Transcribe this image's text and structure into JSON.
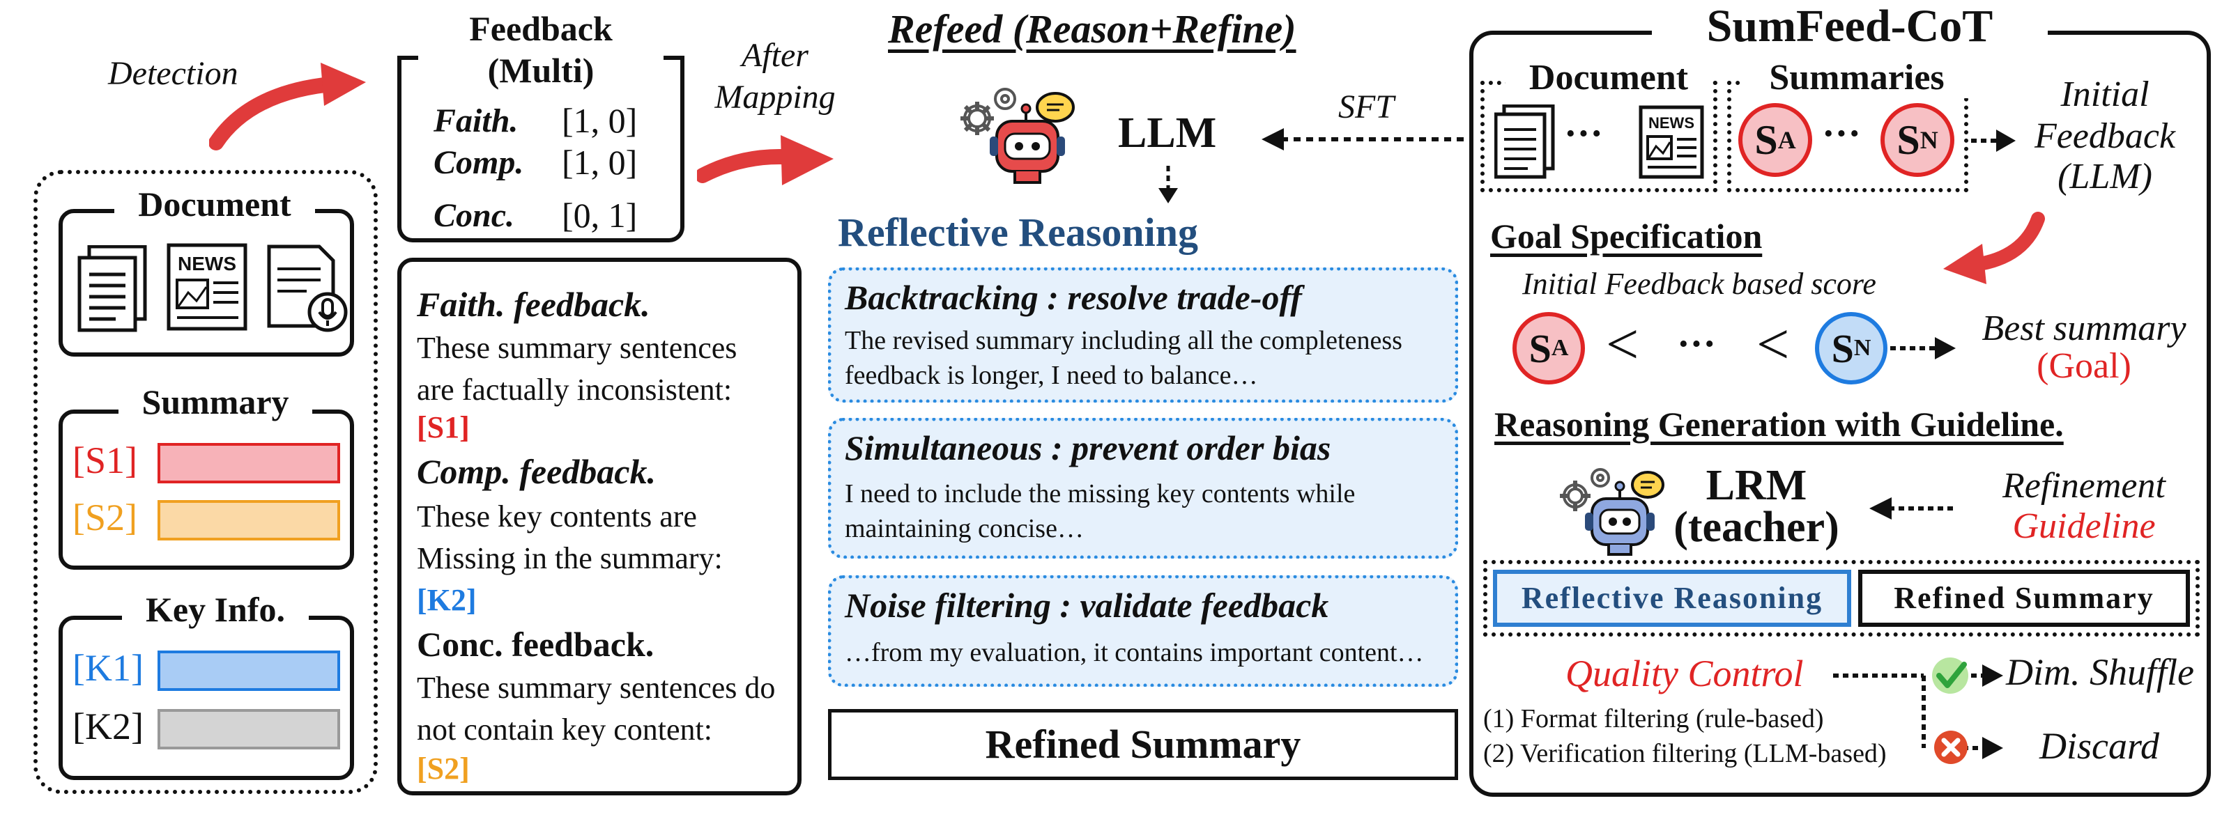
{
  "detection": "Detection",
  "input": {
    "document_title": "Document",
    "summary_title": "Summary",
    "summary_items": [
      "[S1]",
      "[S2]"
    ],
    "keyinfo_title": "Key Info.",
    "keyinfo_items": [
      "[K1]",
      "[K2]"
    ],
    "news_label": "NEWS"
  },
  "feedback_multi": {
    "title_line1": "Feedback",
    "title_line2": "(Multi)",
    "rows": [
      {
        "dim": "Faith.",
        "vec": "[1, 0]"
      },
      {
        "dim": "Comp.",
        "vec": "[1, 0]"
      },
      {
        "dim": "Conc.",
        "vec": "[0, 1]"
      }
    ]
  },
  "mapping": {
    "line1": "After",
    "line2": "Mapping"
  },
  "feedback_text": {
    "faith_title": "Faith. feedback.",
    "faith_body": "These summary sentences are factually inconsistent:",
    "faith_tag": "[S1]",
    "comp_title": "Comp. feedback.",
    "comp_body": "These key contents are Missing in the summary:",
    "comp_tag": "[K2]",
    "conc_title": "Conc. feedback.",
    "conc_body": "These summary sentences do not contain key content:",
    "conc_tag": "[S2]"
  },
  "refeed": {
    "title": "Refeed (Reason+Refine)",
    "llm": "LLM",
    "sft": "SFT",
    "reflective": "Reflective Reasoning",
    "bubbles": [
      {
        "title": "Backtracking : resolve trade-off",
        "body": "The revised summary including all the completeness feedback is longer, I need to balance…"
      },
      {
        "title": "Simultaneous : prevent order bias",
        "body": "I need to include the missing key contents while maintaining concise…"
      },
      {
        "title": "Noise filtering : validate feedback",
        "body": "…from my evaluation, it contains important content…"
      }
    ],
    "refined_summary": "Refined Summary"
  },
  "sumfeed": {
    "title": "SumFeed-CoT",
    "document": "Document",
    "summaries": "Summaries",
    "s_a": "S",
    "s_a_sub": "A",
    "s_n": "S",
    "s_n_sub": "N",
    "dots": "···",
    "initial_feedback": [
      "Initial",
      "Feedback",
      "(LLM)"
    ],
    "goal_spec": "Goal Specification",
    "initial_score": "Initial Feedback based score",
    "less_than": "<",
    "best_summary": "Best summary",
    "goal": "(Goal)",
    "reasoning_gen": "Reasoning Generation with Guideline.",
    "lrm": "LRM",
    "teacher": "(teacher)",
    "refinement": "Refinement",
    "guideline": "Guideline",
    "out_reflective": "Reflective Reasoning",
    "out_refined": "Refined Summary",
    "quality_control": "Quality Control",
    "filter1": "(1) Format filtering (rule-based)",
    "filter2": "(2) Verification filtering (LLM-based)",
    "dim_shuffle": "Dim. Shuffle",
    "discard": "Discard"
  },
  "colors": {
    "red": "#e02424",
    "blue": "#1e7be0",
    "orange": "#f0a020",
    "navy": "#234e7e",
    "bubble_bg": "#e6f1fc"
  }
}
